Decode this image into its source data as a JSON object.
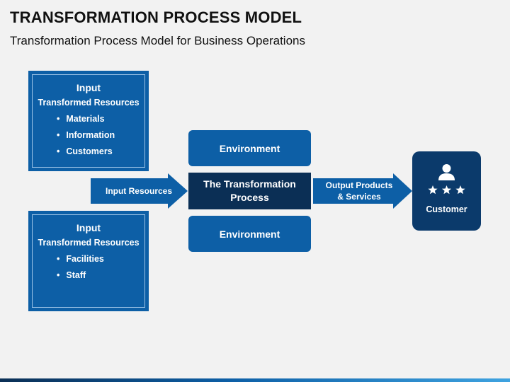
{
  "slide": {
    "title": "TRANSFORMATION PROCESS MODEL",
    "subtitle": "Transformation Process Model for Business Operations"
  },
  "inputs": [
    {
      "heading": "Input",
      "subheading": "Transformed Resources",
      "items": [
        "Materials",
        "Information",
        "Customers"
      ]
    },
    {
      "heading": "Input",
      "subheading": "Transformed Resources",
      "items": [
        "Facilities",
        "Staff"
      ]
    }
  ],
  "input_arrow_label": "Input Resources",
  "environment_top": "Environment",
  "process_label": "The Transformation Process",
  "environment_bottom": "Environment",
  "output_arrow_label": "Output Products & Services",
  "customer": {
    "label": "Customer",
    "icon": "customer-rating-icon"
  },
  "colors": {
    "primary_blue": "#0d5fa6",
    "dark_navy": "#0b2f55",
    "customer_navy": "#0b3a6b",
    "background": "#f2f2f2"
  }
}
